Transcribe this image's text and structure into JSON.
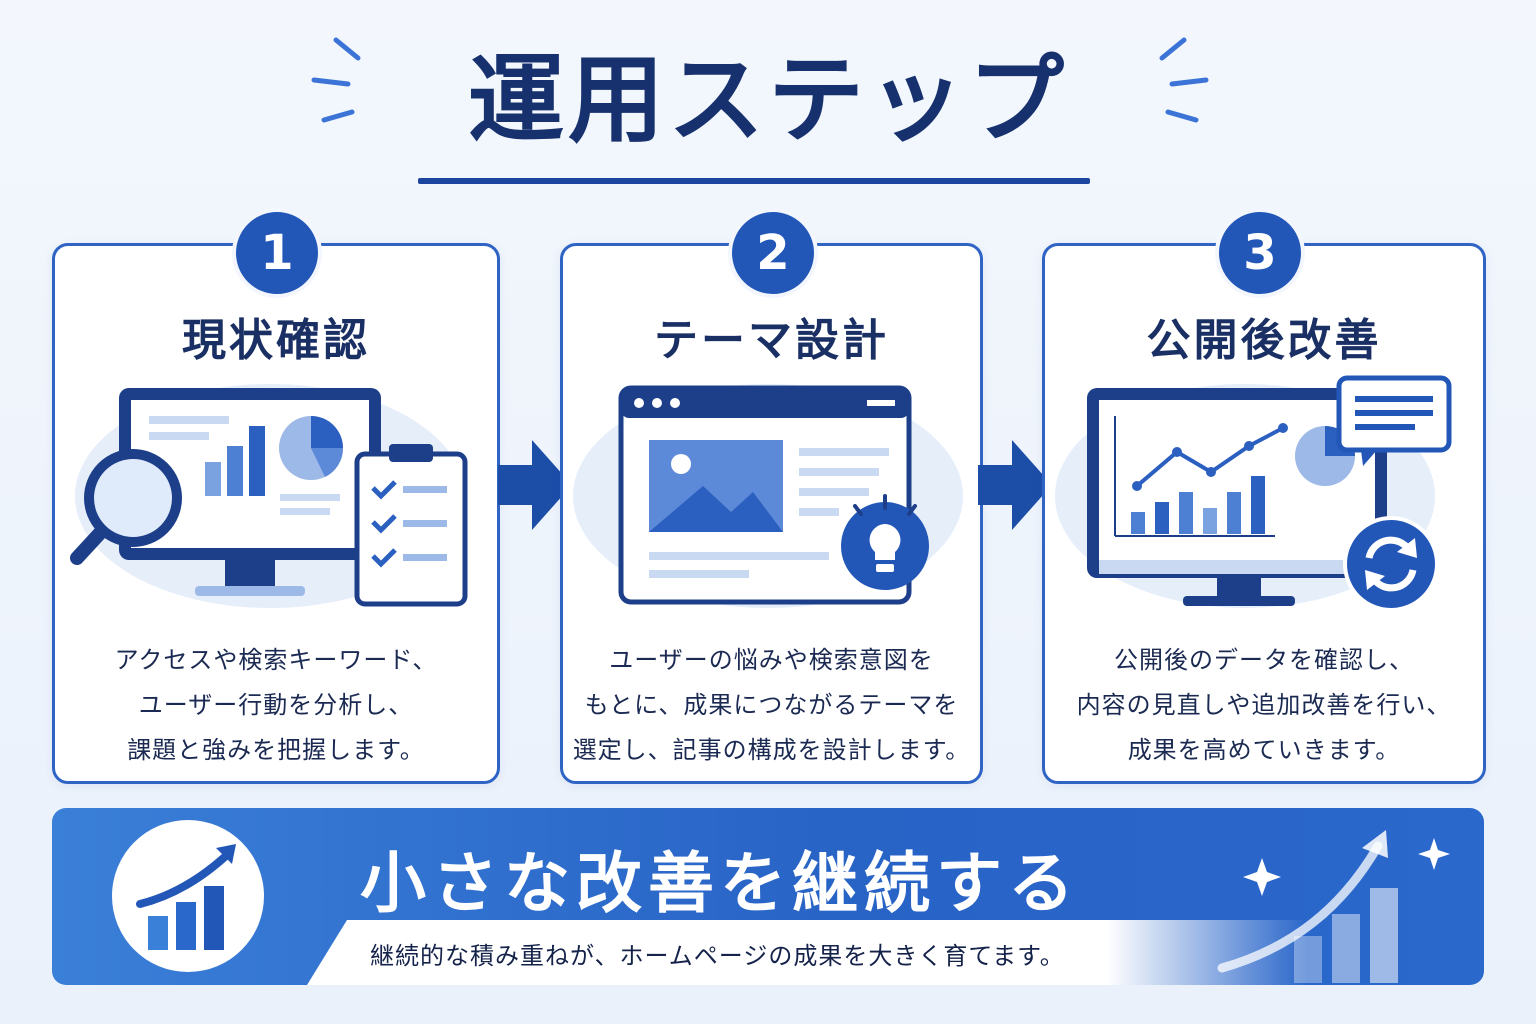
{
  "title": "運用ステップ",
  "steps": [
    {
      "number": "1",
      "title": "現状確認",
      "desc": [
        "アクセスや検索キーワード、",
        "ユーザー行動を分析し、",
        "課題と強みを把握します。"
      ]
    },
    {
      "number": "2",
      "title": "テーマ設計",
      "desc": [
        "ユーザーの悩みや検索意図を",
        "もとに、成果につながるテーマを",
        "選定し、記事の構成を設計します。"
      ]
    },
    {
      "number": "3",
      "title": "公開後改善",
      "desc": [
        "公開後のデータを確認し、",
        "内容の見直しや追加改善を行い、",
        "成果を高めていきます。"
      ]
    }
  ],
  "banner": {
    "title": "小さな改善を継続する",
    "subtitle": "継続的な積み重ねが、ホームページの成果を大きく育てます。"
  },
  "colors": {
    "primary": "#2257b8",
    "dark": "#17316e",
    "light": "#c7d9f3",
    "accent": "#3a7fd8"
  },
  "icons": [
    "monitor-analytics-icon",
    "magnifier-icon",
    "checklist-icon",
    "browser-layout-icon",
    "lightbulb-icon",
    "line-chart-monitor-icon",
    "speech-bubble-icon",
    "refresh-icon",
    "growth-chart-icon",
    "sparkle-icon",
    "right-arrow-icon"
  ]
}
